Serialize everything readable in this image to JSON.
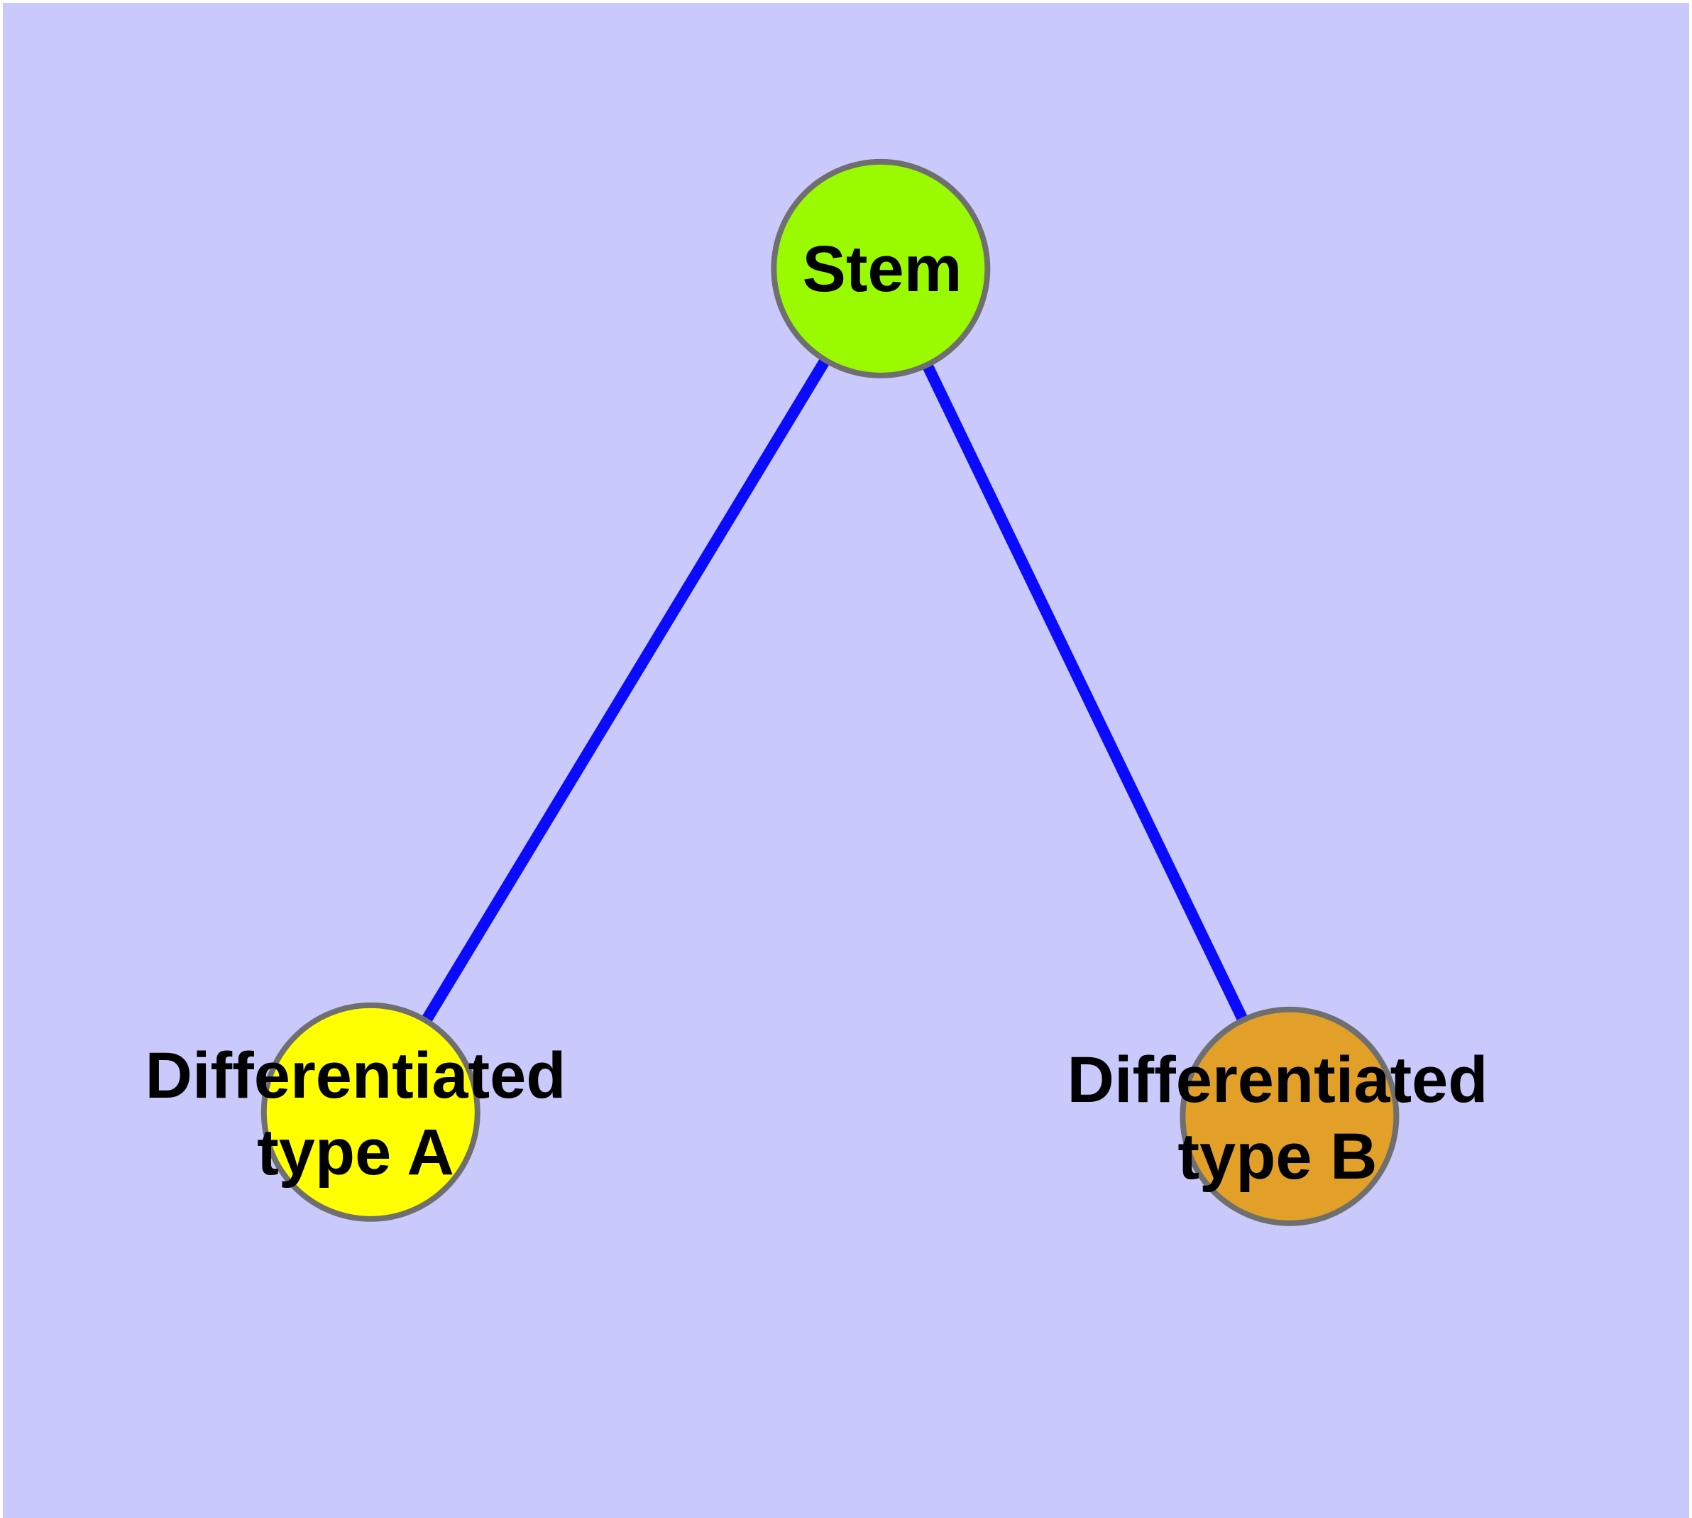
{
  "diagram": {
    "background_color": "#C9C9FB",
    "frame_color": "#FFFFFF",
    "edge_color": "#0A0AFE",
    "node_border_color": "#6F6F6F",
    "label_color": "#000000",
    "nodes": [
      {
        "id": "stem",
        "label_lines": [
          "Stem"
        ],
        "color": "#9AFB00"
      },
      {
        "id": "type-a",
        "label_lines": [
          "Differentiated",
          "type A"
        ],
        "color": "#FFFF00"
      },
      {
        "id": "type-b",
        "label_lines": [
          "Differentiated",
          "type B"
        ],
        "color": "#E2A029"
      }
    ],
    "edges": [
      {
        "from": "stem",
        "to": "type-a"
      },
      {
        "from": "stem",
        "to": "type-b"
      }
    ]
  }
}
